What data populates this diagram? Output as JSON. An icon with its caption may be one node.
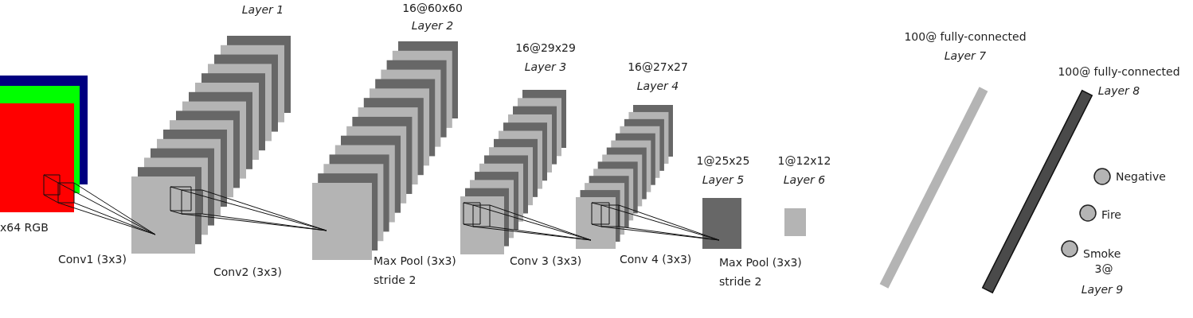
{
  "diagram": {
    "nodes": [
      {
        "text": [
          "x64 RGB"
        ]
      },
      {
        "text": [
          "Layer 1"
        ]
      },
      {
        "text": [
          "16@60x60",
          "Layer 2"
        ]
      },
      {
        "text": [
          "16@29x29",
          "Layer 3"
        ]
      },
      {
        "text": [
          "16@27x27",
          "Layer 4"
        ]
      },
      {
        "text": [
          "1@25x25",
          "Layer 5"
        ]
      },
      {
        "text": [
          "1@12x12",
          "Layer 6"
        ]
      },
      {
        "text": [
          "100@ fully-connected",
          "Layer 7"
        ]
      },
      {
        "text": [
          "100@ fully-connected",
          "Layer 8"
        ]
      },
      {
        "text": [
          "Negative"
        ]
      },
      {
        "text": [
          "Fire"
        ]
      },
      {
        "text": [
          "Smoke"
        ]
      }
    ],
    "edges": [
      {
        "from": 0,
        "to": 1,
        "arrow": "none"
      },
      {
        "from": 1,
        "to": 2,
        "arrow": "none"
      },
      {
        "from": 3,
        "to": 4,
        "arrow": "none"
      },
      {
        "from": 4,
        "to": 5,
        "arrow": "none"
      }
    ],
    "labels": [
      "Conv1 (3x3)",
      "Conv2 (3x3)",
      "Max Pool (3x3) stride 2",
      "Conv 3 (3x3)",
      "Conv 4 (3x3)",
      "Max Pool (3x3) stride 2",
      "3@",
      "Layer 9"
    ]
  }
}
